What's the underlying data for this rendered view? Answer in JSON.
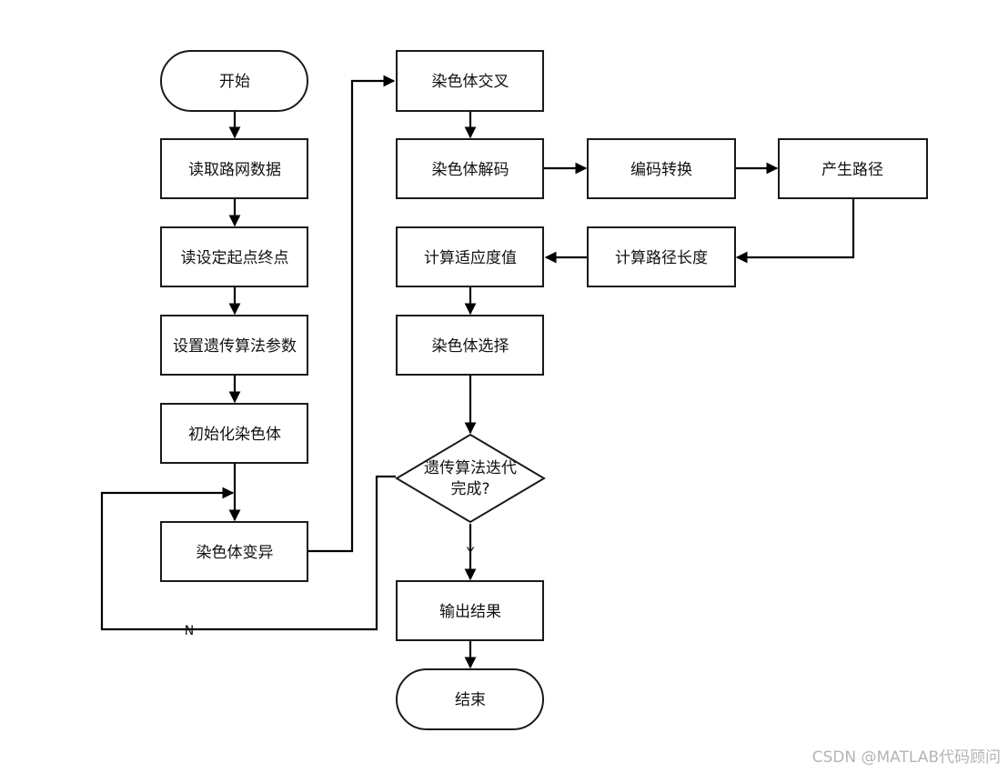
{
  "nodes": {
    "start": "开始",
    "read_network": "读取路网数据",
    "read_endpoints": "读设定起点终点",
    "set_params": "设置遗传算法参数",
    "init_chrom": "初始化染色体",
    "mutation": "染色体变异",
    "crossover": "染色体交叉",
    "decode": "染色体解码",
    "encode_convert": "编码转换",
    "gen_path": "产生路径",
    "calc_len": "计算路径长度",
    "calc_fitness": "计算适应度值",
    "selection": "染色体选择",
    "decision_line1": "遗传算法迭代",
    "decision_line2": "完成?",
    "output": "输出结果",
    "end": "结束"
  },
  "edge_labels": {
    "yes": "Y",
    "no": "N"
  },
  "watermark": "CSDN @MATLAB代码顾问"
}
